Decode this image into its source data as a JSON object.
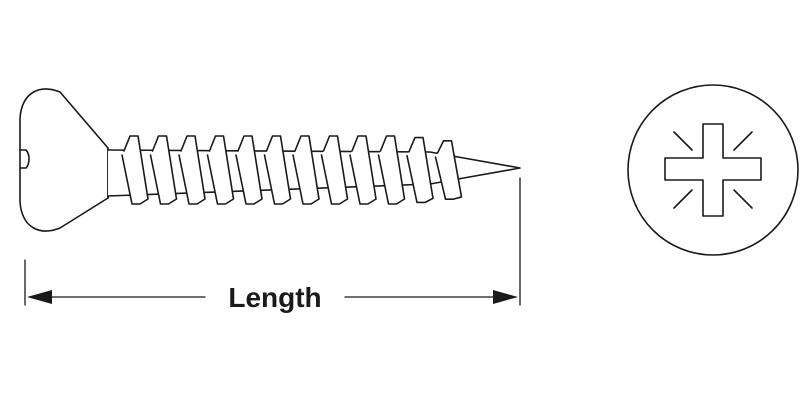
{
  "dimension": {
    "label": "Length"
  },
  "colors": {
    "line": "#1a1a1a",
    "background": "#ffffff"
  },
  "screw": {
    "head_type": "countersunk",
    "drive": "pozidriv-icon",
    "thread_turns": 12
  }
}
